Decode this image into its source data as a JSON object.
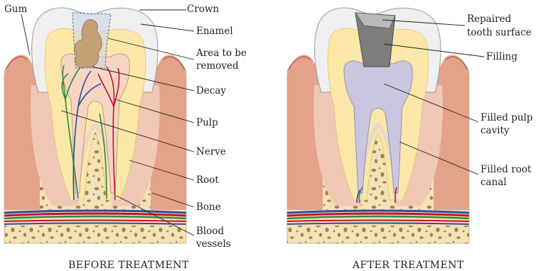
{
  "panels": {
    "before": {
      "caption": "BEFORE TREATMENT",
      "labels": {
        "gum": "Gum",
        "crown": "Crown",
        "enamel": "Enamel",
        "area_line1": "Area to be",
        "area_line2": "removed",
        "decay": "Decay",
        "pulp": "Pulp",
        "nerve": "Nerve",
        "root": "Root",
        "bone": "Bone",
        "blood_line1": "Blood",
        "blood_line2": "vessels"
      }
    },
    "after": {
      "caption": "AFTER TREATMENT",
      "labels": {
        "repaired_line1": "Repaired",
        "repaired_line2": "tooth surface",
        "filling": "Filling",
        "filled_pulp_line1": "Filled pulp",
        "filled_pulp_line2": "cavity",
        "filled_root_line1": "Filled root",
        "filled_root_line2": "canal"
      }
    }
  },
  "colors": {
    "enamel": "#eeeeee",
    "dentin": "#fbe9ad",
    "gum": "#e5a088",
    "bone": "#f2e2b4",
    "bone_spots": "#a57f4f",
    "decay": "#c7a176",
    "filling": "#7a7a7a",
    "filled_pulp": "#c9c5dc",
    "nerve": "#2f8a3d",
    "artery": "#c8102e",
    "vein": "#2d4ea2"
  }
}
